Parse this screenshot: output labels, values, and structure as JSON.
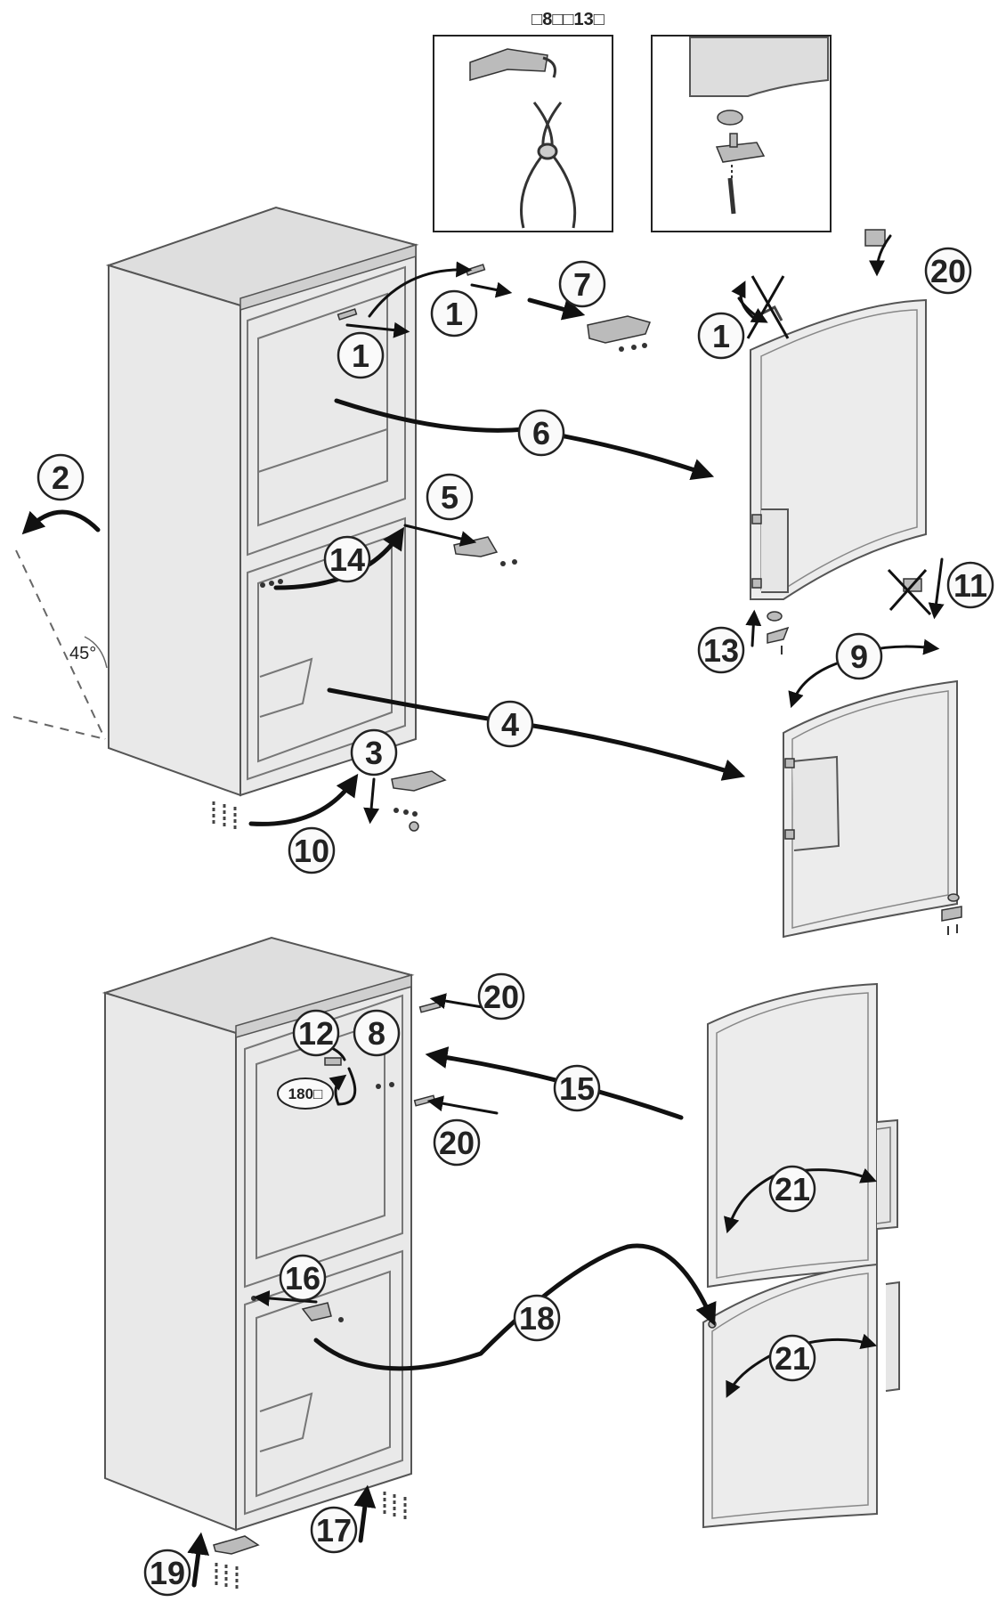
{
  "caption": "□8□□13□",
  "angle_label": "45°",
  "rotation_label": "180□",
  "steps": [
    "1",
    "1",
    "1",
    "2",
    "3",
    "4",
    "5",
    "6",
    "7",
    "9",
    "10",
    "11",
    "13",
    "14",
    "20",
    "12",
    "8",
    "20",
    "15",
    "20",
    "21",
    "16",
    "18",
    "21",
    "17",
    "19"
  ]
}
